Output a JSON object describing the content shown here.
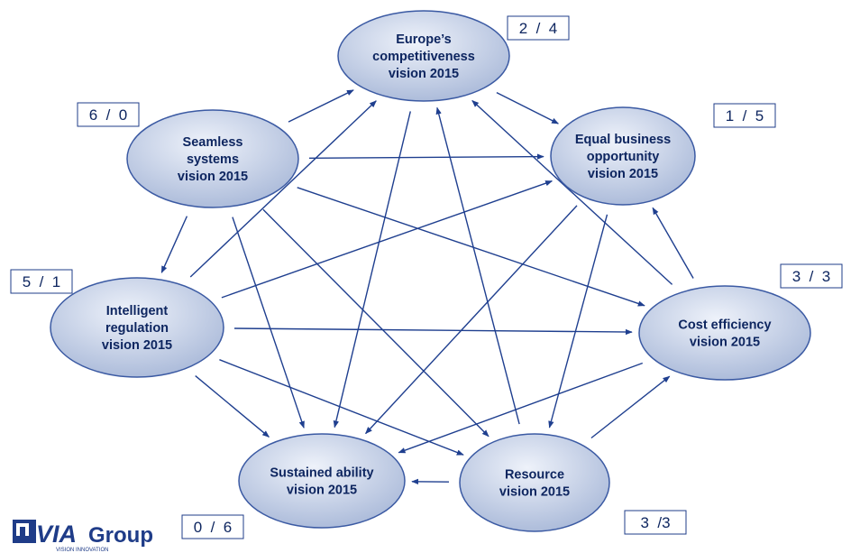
{
  "colors": {
    "arrow": "#1f3f8f",
    "node_border": "#3b5aa3",
    "node_fill_light": "#eef2fa",
    "node_fill_dark": "#a8b8d8",
    "text": "#0e2660"
  },
  "nodes": [
    {
      "id": "europe",
      "lines": [
        "Europe’s",
        "competitiveness",
        "vision 2015"
      ],
      "score": "2  /  4"
    },
    {
      "id": "equal",
      "lines": [
        "Equal business",
        "opportunity",
        "vision 2015"
      ],
      "score": "1  /  5"
    },
    {
      "id": "cost",
      "lines": [
        "Cost efficiency",
        "vision 2015"
      ],
      "score": "3  /  3"
    },
    {
      "id": "resource",
      "lines": [
        "Resource",
        "vision 2015"
      ],
      "score": "3  /3"
    },
    {
      "id": "sustained",
      "lines": [
        "Sustained ability",
        "vision 2015"
      ],
      "score": "0  /  6"
    },
    {
      "id": "intelligent",
      "lines": [
        "Intelligent",
        "regulation",
        "vision 2015"
      ],
      "score": "5  /  1"
    },
    {
      "id": "seamless",
      "lines": [
        "Seamless",
        "systems",
        "vision 2015"
      ],
      "score": "6  /  0"
    }
  ],
  "edges": [
    [
      "seamless",
      "europe"
    ],
    [
      "seamless",
      "equal"
    ],
    [
      "seamless",
      "cost"
    ],
    [
      "seamless",
      "resource"
    ],
    [
      "seamless",
      "sustained"
    ],
    [
      "seamless",
      "intelligent"
    ],
    [
      "intelligent",
      "europe"
    ],
    [
      "intelligent",
      "equal"
    ],
    [
      "intelligent",
      "cost"
    ],
    [
      "intelligent",
      "resource"
    ],
    [
      "intelligent",
      "sustained"
    ],
    [
      "europe",
      "equal"
    ],
    [
      "europe",
      "sustained"
    ],
    [
      "equal",
      "resource"
    ],
    [
      "equal",
      "sustained"
    ],
    [
      "cost",
      "europe"
    ],
    [
      "cost",
      "equal"
    ],
    [
      "cost",
      "sustained"
    ],
    [
      "resource",
      "europe"
    ],
    [
      "resource",
      "cost"
    ],
    [
      "resource",
      "sustained"
    ]
  ],
  "logo": {
    "brand_main": "VIA",
    "brand_sub": "Group",
    "tagline": "VISION INNOVATION"
  }
}
